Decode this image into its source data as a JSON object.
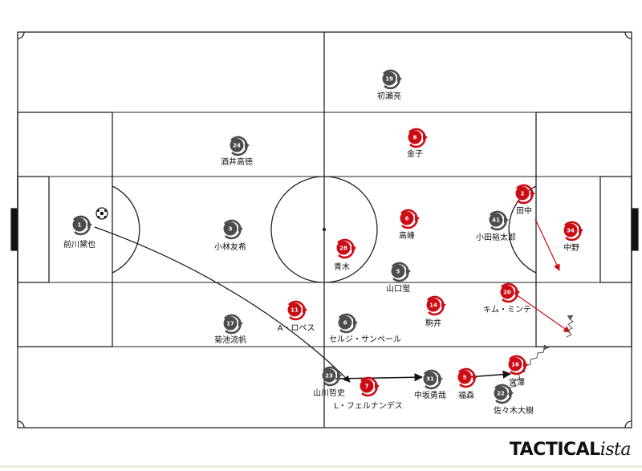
{
  "brand": {
    "bold": "TACTICAL",
    "italic": "ista"
  },
  "colors": {
    "grey": "#4d4d4d",
    "red": "#cc0c14",
    "lines": "#222222"
  },
  "players": [
    {
      "id": "p1",
      "number": "1",
      "name": "前川黛也",
      "team": "grey"
    },
    {
      "id": "p3",
      "number": "3",
      "name": "小林友希",
      "team": "grey"
    },
    {
      "id": "p24",
      "number": "24",
      "name": "酒井高徳",
      "team": "grey"
    },
    {
      "id": "p17",
      "number": "17",
      "name": "菊池流帆",
      "team": "grey"
    },
    {
      "id": "p19",
      "number": "19",
      "name": "初瀬亮",
      "team": "grey"
    },
    {
      "id": "p6",
      "number": "6",
      "name": "セルジ・サンペール",
      "team": "grey"
    },
    {
      "id": "p5",
      "number": "5",
      "name": "山口蛍",
      "team": "grey"
    },
    {
      "id": "p41",
      "number": "41",
      "name": "小田裕太郎",
      "team": "grey"
    },
    {
      "id": "p23",
      "number": "23",
      "name": "山川哲史",
      "team": "grey"
    },
    {
      "id": "p31",
      "number": "31",
      "name": "中坂勇哉",
      "team": "grey"
    },
    {
      "id": "p22",
      "number": "22",
      "name": "佐々木大樹",
      "team": "grey"
    },
    {
      "id": "r8",
      "number": "8",
      "name": "金子",
      "team": "red"
    },
    {
      "id": "r6",
      "number": "6",
      "name": "高峰",
      "team": "red"
    },
    {
      "id": "r28",
      "number": "28",
      "name": "青木",
      "team": "red"
    },
    {
      "id": "r2",
      "number": "2",
      "name": "田中",
      "team": "red"
    },
    {
      "id": "r34",
      "number": "34",
      "name": "中野",
      "team": "red"
    },
    {
      "id": "r20",
      "number": "20",
      "name": "キム・ミンテ",
      "team": "red"
    },
    {
      "id": "r14",
      "number": "14",
      "name": "駒井",
      "team": "red"
    },
    {
      "id": "r11",
      "number": "11",
      "name": "A・ロペス",
      "team": "red"
    },
    {
      "id": "r7",
      "number": "7",
      "name": "L・フェルナンデス",
      "team": "red"
    },
    {
      "id": "r5",
      "number": "5",
      "name": "福森",
      "team": "red"
    },
    {
      "id": "r16",
      "number": "16",
      "name": "宮澤",
      "team": "red"
    }
  ]
}
